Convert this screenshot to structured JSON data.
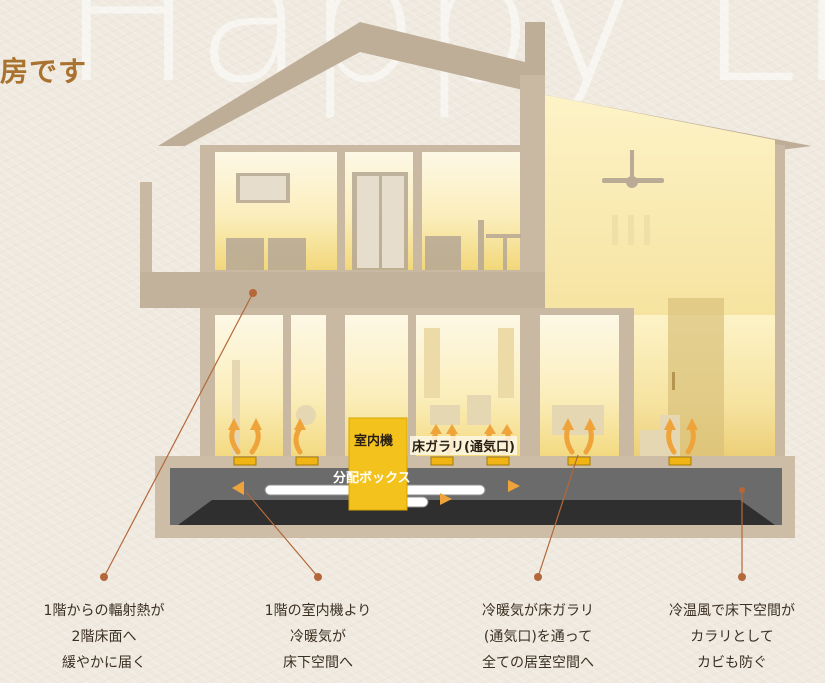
{
  "heading": {
    "text": "暖房です",
    "visible_fragment": "房です"
  },
  "watermark": {
    "text": "Happy Live"
  },
  "labels": {
    "indoor_unit": "室内機",
    "floor_vent": "床ガラリ(通気口)",
    "distribution_box": "分配ボックス"
  },
  "captions": [
    {
      "lines": [
        "1階からの輻射熱が",
        "2階床面へ",
        "緩やかに届く"
      ]
    },
    {
      "lines": [
        "1階の室内機より",
        "冷暖気が",
        "床下空間へ"
      ]
    },
    {
      "lines": [
        "冷暖気が床ガラリ",
        "(通気口)を通って",
        "全ての居室空間へ"
      ]
    },
    {
      "lines": [
        "冷温風で床下空間が",
        "カラリとして",
        "カビも防ぐ"
      ]
    }
  ],
  "colors": {
    "house_wall": "#c9b8a2",
    "roof": "#bfae97",
    "underfloor": "#5a5a5a",
    "warm_light": "#f7e6a0",
    "indoor_unit": "#f3c21c",
    "vent": "#e6b21a",
    "arrow": "#eea43a",
    "callout_line": "#b4683a",
    "heading": "#a9722f"
  }
}
